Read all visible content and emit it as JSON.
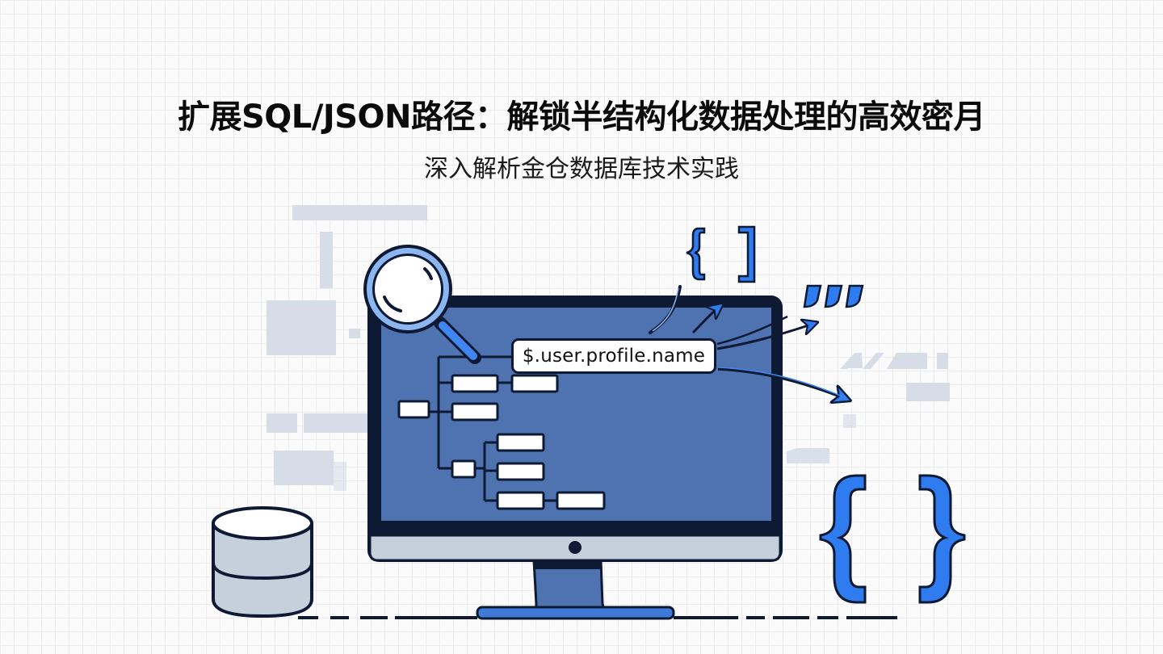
{
  "header": {
    "title": "扩展SQL/JSON路径：解锁半结构化数据处理的高效密月",
    "subtitle": "深入解析金仓数据库技术实践"
  },
  "illustration": {
    "json_path_expression": "$.user.profile.name",
    "icons": [
      "magnifier-icon",
      "monitor-icon",
      "database-icon",
      "curly-brace-pair-icon",
      "bracket-icon",
      "quote-marks-icon"
    ],
    "colors": {
      "screen": "#4f72b0",
      "frame": "#0e1a33",
      "accent": "#2f7bf0",
      "bezel": "#c6d0dc",
      "placeholder_gray": "#d6dde7",
      "grid_line": "#ececef"
    },
    "quote_glyph": "”””"
  }
}
